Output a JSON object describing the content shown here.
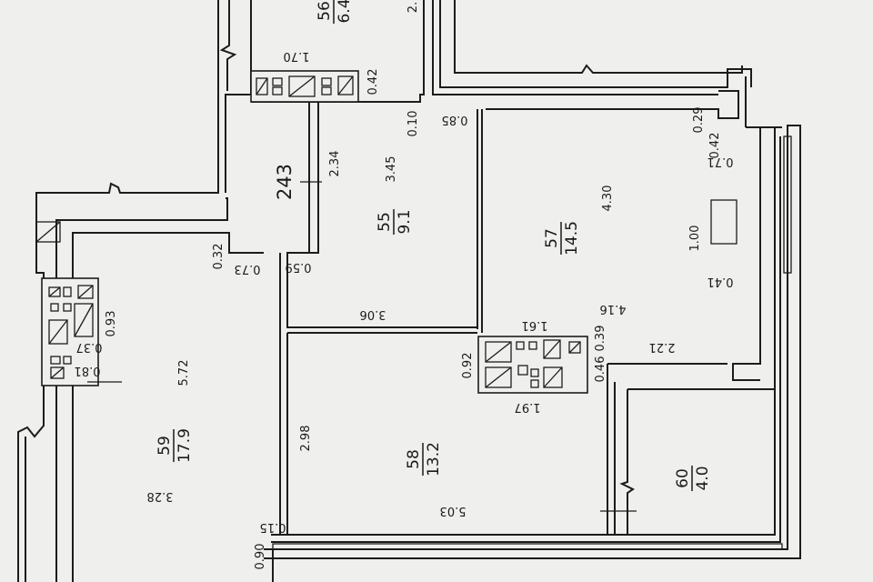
{
  "rooms": [
    {
      "number": "59",
      "area": "17.9"
    },
    {
      "number": "58",
      "area": "13.2"
    },
    {
      "number": "55",
      "area": "9.1"
    },
    {
      "number": "57",
      "area": "14.5"
    },
    {
      "number": "60",
      "area": "4.0"
    },
    {
      "number": "56",
      "area": "6.4"
    }
  ],
  "dimensions": {
    "d_1_70": "1.70",
    "d_0_42_top": "0.42",
    "d_2_top": "2.",
    "d_0_10": "0.10",
    "d_0_85": "0.85",
    "d_0_29": "0.29",
    "d_0_42_right": "0.42",
    "d_0_71": "0.71",
    "d_243": "243",
    "d_2_34": "2.34",
    "d_3_45": "3.45",
    "d_4_30": "4.30",
    "d_0_32": "0.32",
    "d_0_73": "0.73",
    "d_0_59": "0.59",
    "d_1_00": "1.00",
    "d_0_41": "0.41",
    "d_3_06": "3.06",
    "d_4_16": "4.16",
    "d_0_93": "0.93",
    "d_0_37": "0.37",
    "d_0_81": "0.81",
    "d_5_72": "5.72",
    "d_1_61": "1.61",
    "d_0_92": "0.92",
    "d_0_46": "0.46",
    "d_0_39": "0.39",
    "d_2_21": "2.21",
    "d_1_97": "1.97",
    "d_2_98": "2.98",
    "d_3_28": "3.28",
    "d_5_03": "5.03",
    "d_0_15": "0.15",
    "d_0_90": "0.90"
  }
}
